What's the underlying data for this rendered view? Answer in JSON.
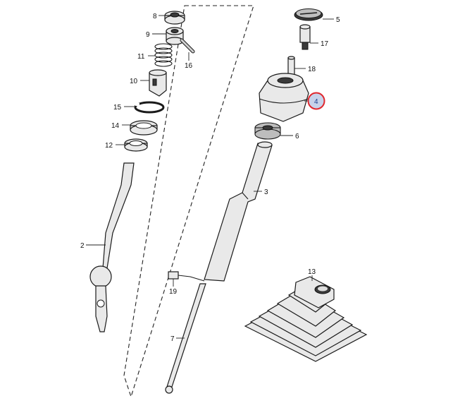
{
  "diagram": {
    "highlight_color": "#e0282e",
    "highlight_fill": "#c7d3ea",
    "highlighted_part": "4",
    "callouts": {
      "c2": "2",
      "c3": "3",
      "c4": "4",
      "c5": "5",
      "c6": "6",
      "c7": "7",
      "c8": "8",
      "c9": "9",
      "c10": "10",
      "c11": "11",
      "c12": "12",
      "c13": "13",
      "c14": "14",
      "c15": "15",
      "c16": "16",
      "c17": "17",
      "c18": "18",
      "c19": "19"
    }
  }
}
